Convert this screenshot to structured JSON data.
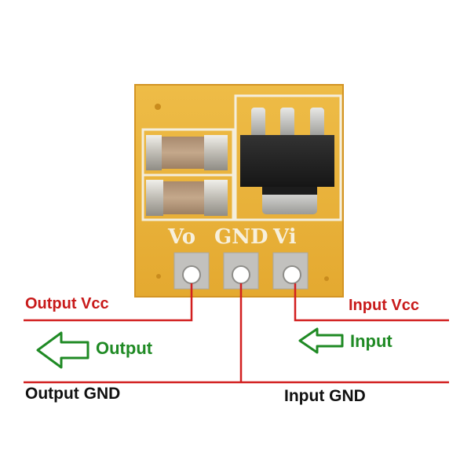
{
  "board": {
    "pin_labels": [
      "Vo",
      "GND",
      "Vi"
    ],
    "colors": {
      "pcb": "#e9b23a",
      "pcb_edge": "#d79a25",
      "silkscreen": "#f7f0dc",
      "pad": "#c9c9c6",
      "component_black": "#1e1e1e",
      "capacitor_tan": "#b99c80",
      "capacitor_end": "#d8d6d0"
    }
  },
  "annotations": {
    "output_vcc": "Output Vcc",
    "output": "Output",
    "output_gnd": "Output GND",
    "input_vcc": "Input Vcc",
    "input": "Input",
    "input_gnd": "Input GND",
    "colors": {
      "wire": "#d21f1f",
      "vcc_text": "#c81a1a",
      "arrow": "#1f8a24",
      "gnd_text": "#111111"
    },
    "icons": {
      "output_arrow": "left-arrow-outline-icon",
      "input_arrow": "left-arrow-outline-icon"
    }
  }
}
